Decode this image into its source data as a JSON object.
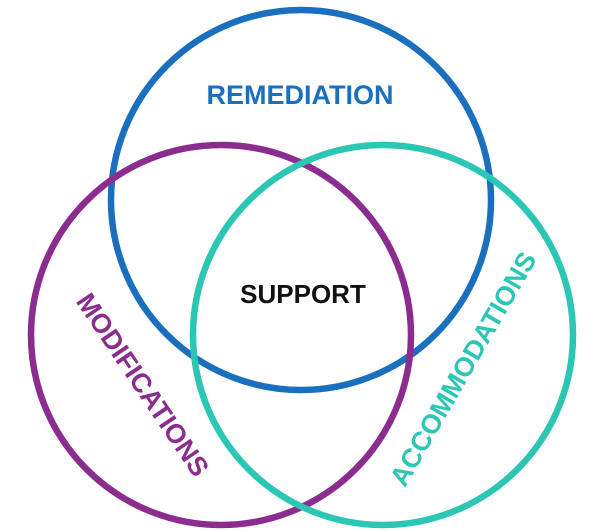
{
  "diagram": {
    "type": "venn",
    "sets": [
      {
        "label": "REMEDIATION",
        "color": "#1b6fbf"
      },
      {
        "label": "MODIFICATIONS",
        "color": "#8b2c8f"
      },
      {
        "label": "ACCOMMODATIONS",
        "color": "#2cc6b5"
      }
    ],
    "center": {
      "label": "SUPPORT",
      "color": "#111111"
    }
  }
}
